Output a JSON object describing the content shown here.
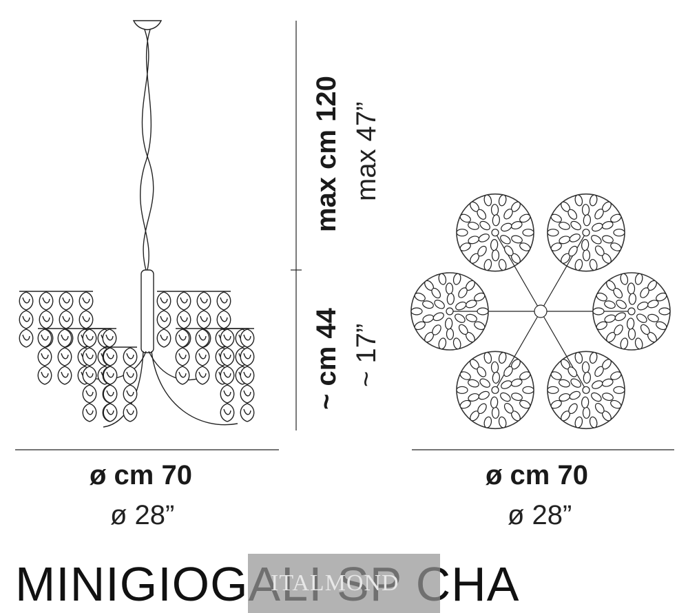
{
  "side_view": {
    "height_max_metric": "max cm 120",
    "height_max_imperial": "max 47”",
    "body_height_metric": "~ cm 44",
    "body_height_imperial": "~ 17”",
    "diameter_metric": "ø cm 70",
    "diameter_imperial": "ø 28”"
  },
  "top_view": {
    "diameter_metric": "ø cm 70",
    "diameter_imperial": "ø 28”",
    "cluster_count": 6
  },
  "product_name": "MINIGIOGALI SP CHA",
  "watermark_text": "ITALMOND",
  "colors": {
    "line": "#1a1a1a",
    "watermark": "#969696"
  }
}
